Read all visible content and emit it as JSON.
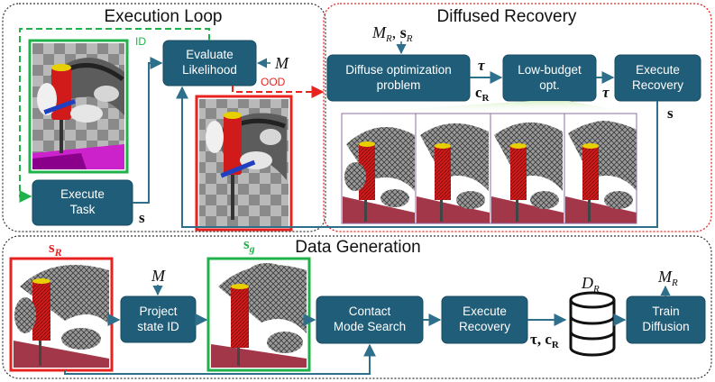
{
  "panels": {
    "execution_loop": "Execution Loop",
    "diffused_recovery": "Diffused Recovery",
    "data_generation": "Data Generation"
  },
  "boxes": {
    "evaluate": [
      "Evaluate",
      "Likelihood"
    ],
    "execute_task": [
      "Execute",
      "Task"
    ],
    "diffuse_opt": [
      "Diffuse optimization",
      "problem"
    ],
    "low_budget": [
      "Low-budget",
      "opt."
    ],
    "execute_recovery_top": [
      "Execute",
      "Recovery"
    ],
    "project_state": [
      "Project",
      "state ID"
    ],
    "contact_mode": [
      "Contact",
      "Mode Search"
    ],
    "execute_recovery_bottom": [
      "Execute",
      "Recovery"
    ],
    "train_diffusion": [
      "Train",
      "Diffusion"
    ]
  },
  "labels": {
    "id": "ID",
    "ood": "OOD",
    "M": "M",
    "M_R_top": "M",
    "M_R_top_sub": "R",
    "s_R_top": "s",
    "s_R_top_sub": "R",
    "tau": "τ",
    "c_R": "c",
    "c_R_sub": "R",
    "s": "s",
    "s_R": "s",
    "s_R_sub": "R",
    "s_g": "s",
    "s_g_sub": "g",
    "D_R": "D",
    "D_R_sub": "R",
    "M_R": "M",
    "M_R_sub": "R",
    "tau_c_bottom": "τ, c",
    "tau_c_bottom_sub": "R"
  },
  "colors": {
    "box_fill": "#1f5d78",
    "box_stroke": "#174a60",
    "arrow": "#2e6f8c",
    "id_green": "#20b24a",
    "ood_red": "#e8231f",
    "recovery_border": "#e8231f",
    "panel_border": "#333333"
  }
}
